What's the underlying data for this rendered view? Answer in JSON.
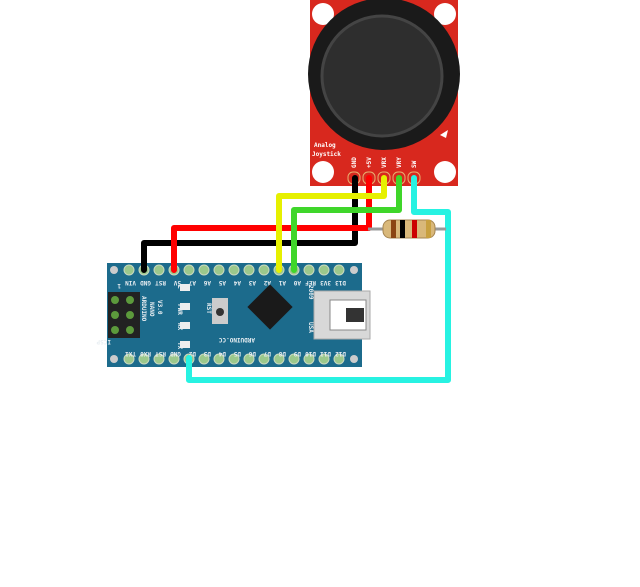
{
  "arduino": {
    "name": "ARDUINO",
    "model": "NANO",
    "version": "V3.0",
    "site": "ARDUINO.CC",
    "year": "2009",
    "country": "USA",
    "icsp": "ICSP",
    "icsp_pin": "1",
    "rst_label": "RST",
    "leds": [
      "L",
      "PWR",
      "RX",
      "TX"
    ],
    "top_pins": [
      "VIN",
      "GND",
      "RST",
      "5V",
      "A7",
      "A6",
      "A5",
      "A4",
      "A3",
      "A2",
      "A1",
      "A0",
      "REF",
      "3V3",
      "D13"
    ],
    "bottom_pins": [
      "TX1",
      "RX0",
      "RST",
      "GND",
      "D2",
      "D3",
      "D4",
      "D5",
      "D6",
      "D7",
      "D8",
      "D9",
      "D10",
      "D11",
      "D12"
    ],
    "color": "#1c6b8c"
  },
  "joystick": {
    "title_line1": "Analog",
    "title_line2": "Joystick",
    "pins": [
      "GND",
      "+5V",
      "VRX",
      "VRY",
      "SW"
    ],
    "color": "#d8281e"
  },
  "wires": [
    {
      "from": "GND",
      "to": "GND",
      "color": "#000000"
    },
    {
      "from": "5V",
      "to": "+5V",
      "color": "#ff0000"
    },
    {
      "from": "A1",
      "to": "VRX",
      "color": "#e6f000"
    },
    {
      "from": "A0",
      "to": "VRY",
      "color": "#3fd62a"
    },
    {
      "from": "D2",
      "to": "SW",
      "color": "#27f2e2"
    }
  ],
  "resistor": {
    "bands": [
      "#8b4513",
      "#000000",
      "#cc0000",
      "#c8a040"
    ]
  }
}
